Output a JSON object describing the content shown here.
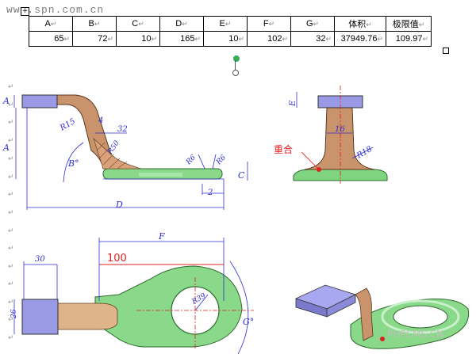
{
  "watermark": "www.spn.com.cn",
  "table": {
    "headers": [
      "A",
      "B",
      "C",
      "D",
      "E",
      "F",
      "G",
      "体积",
      "极限值"
    ],
    "values": [
      "65",
      "72",
      "10",
      "165",
      "10",
      "102",
      "32",
      "37949.76",
      "109.97"
    ],
    "cell_mark": "↵"
  },
  "drawing1": {
    "labels": {
      "a_top": "A",
      "a_side": "A",
      "r15": "R15",
      "four": "4",
      "b_deg": "B°",
      "r50": "R50",
      "thirtytwo": "32",
      "r6a": "R6",
      "r6b": "R6",
      "c": "C",
      "two": "2",
      "d": "D"
    }
  },
  "drawing2": {
    "labels": {
      "e": "E",
      "sixteen": "16",
      "r18": "R18",
      "overlap": "重合"
    }
  },
  "drawing3": {
    "labels": {
      "f": "F",
      "hundred": "100",
      "thirty": "30",
      "r39": "R39",
      "g": "G°",
      "twentysix": "26"
    }
  },
  "bottom_watermark": "PHPCMS.CN",
  "colors": {
    "green": "#7fd47f",
    "copper": "#c9936b",
    "purple": "#9999e6",
    "dim": "#2e2ed6",
    "red": "#e02020"
  }
}
